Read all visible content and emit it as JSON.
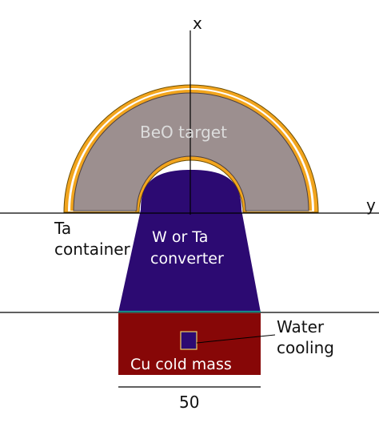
{
  "axes": {
    "x_label": "x",
    "y_label": "y"
  },
  "labels": {
    "target": "BeO target",
    "container_line1": "Ta",
    "container_line2": "container",
    "converter_line1": "W or Ta",
    "converter_line2": "converter",
    "water_line1": "Water",
    "water_line2": "cooling",
    "cold_mass": "Cu cold mass"
  },
  "dimension": {
    "value": "50"
  },
  "colors": {
    "target": "#9c8f8f",
    "container": "#f2a51e",
    "converter": "#2c0a72",
    "cold_mass": "#870707",
    "water_cooling": "#2c0a72",
    "converter_edge": "#19e0c0"
  }
}
